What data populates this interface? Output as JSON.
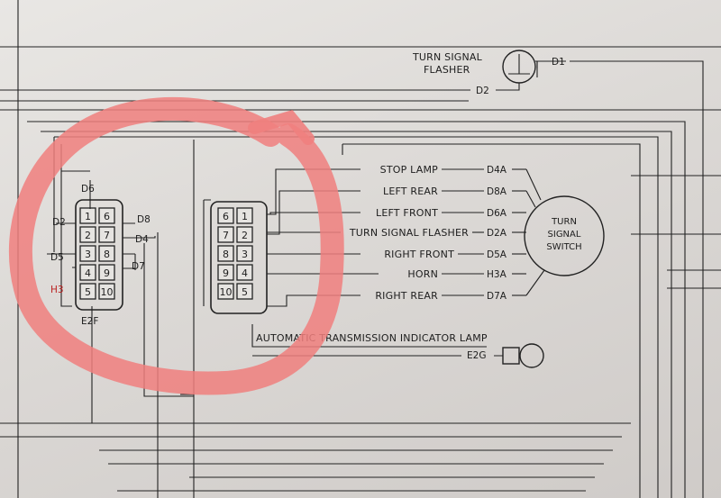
{
  "flasher": {
    "label_line1": "TURN SIGNAL",
    "label_line2": "FLASHER",
    "code_d1": "D1",
    "code_d2": "D2"
  },
  "left_connector": {
    "name": "E2F",
    "pins": [
      "1",
      "6",
      "2",
      "7",
      "3",
      "8",
      "4",
      "9",
      "5",
      "10"
    ],
    "codes": {
      "d6": "D6",
      "d2": "D2",
      "d5": "D5",
      "h3": "H3",
      "d8": "D8",
      "d4": "D4",
      "d7": "D7"
    }
  },
  "right_connector": {
    "pins": [
      "6",
      "1",
      "7",
      "2",
      "8",
      "3",
      "9",
      "4",
      "10",
      "5"
    ]
  },
  "circuits": [
    {
      "label": "STOP LAMP",
      "code": "D4A"
    },
    {
      "label": "LEFT REAR",
      "code": "D8A"
    },
    {
      "label": "LEFT FRONT",
      "code": "D6A"
    },
    {
      "label": "TURN SIGNAL FLASHER",
      "code": "D2A"
    },
    {
      "label": "RIGHT FRONT",
      "code": "D5A"
    },
    {
      "label": "HORN",
      "code": "H3A"
    },
    {
      "label": "RIGHT REAR",
      "code": "D7A"
    }
  ],
  "switch": {
    "line1": "TURN",
    "line2": "SIGNAL",
    "line3": "SWITCH"
  },
  "indicator": {
    "label": "AUTOMATIC TRANSMISSION INDICATOR LAMP",
    "code": "E2G"
  },
  "colors": {
    "highlight_circle": "#f07f7e",
    "ink": "#1d1d1d",
    "paper": "#e4e1de"
  }
}
